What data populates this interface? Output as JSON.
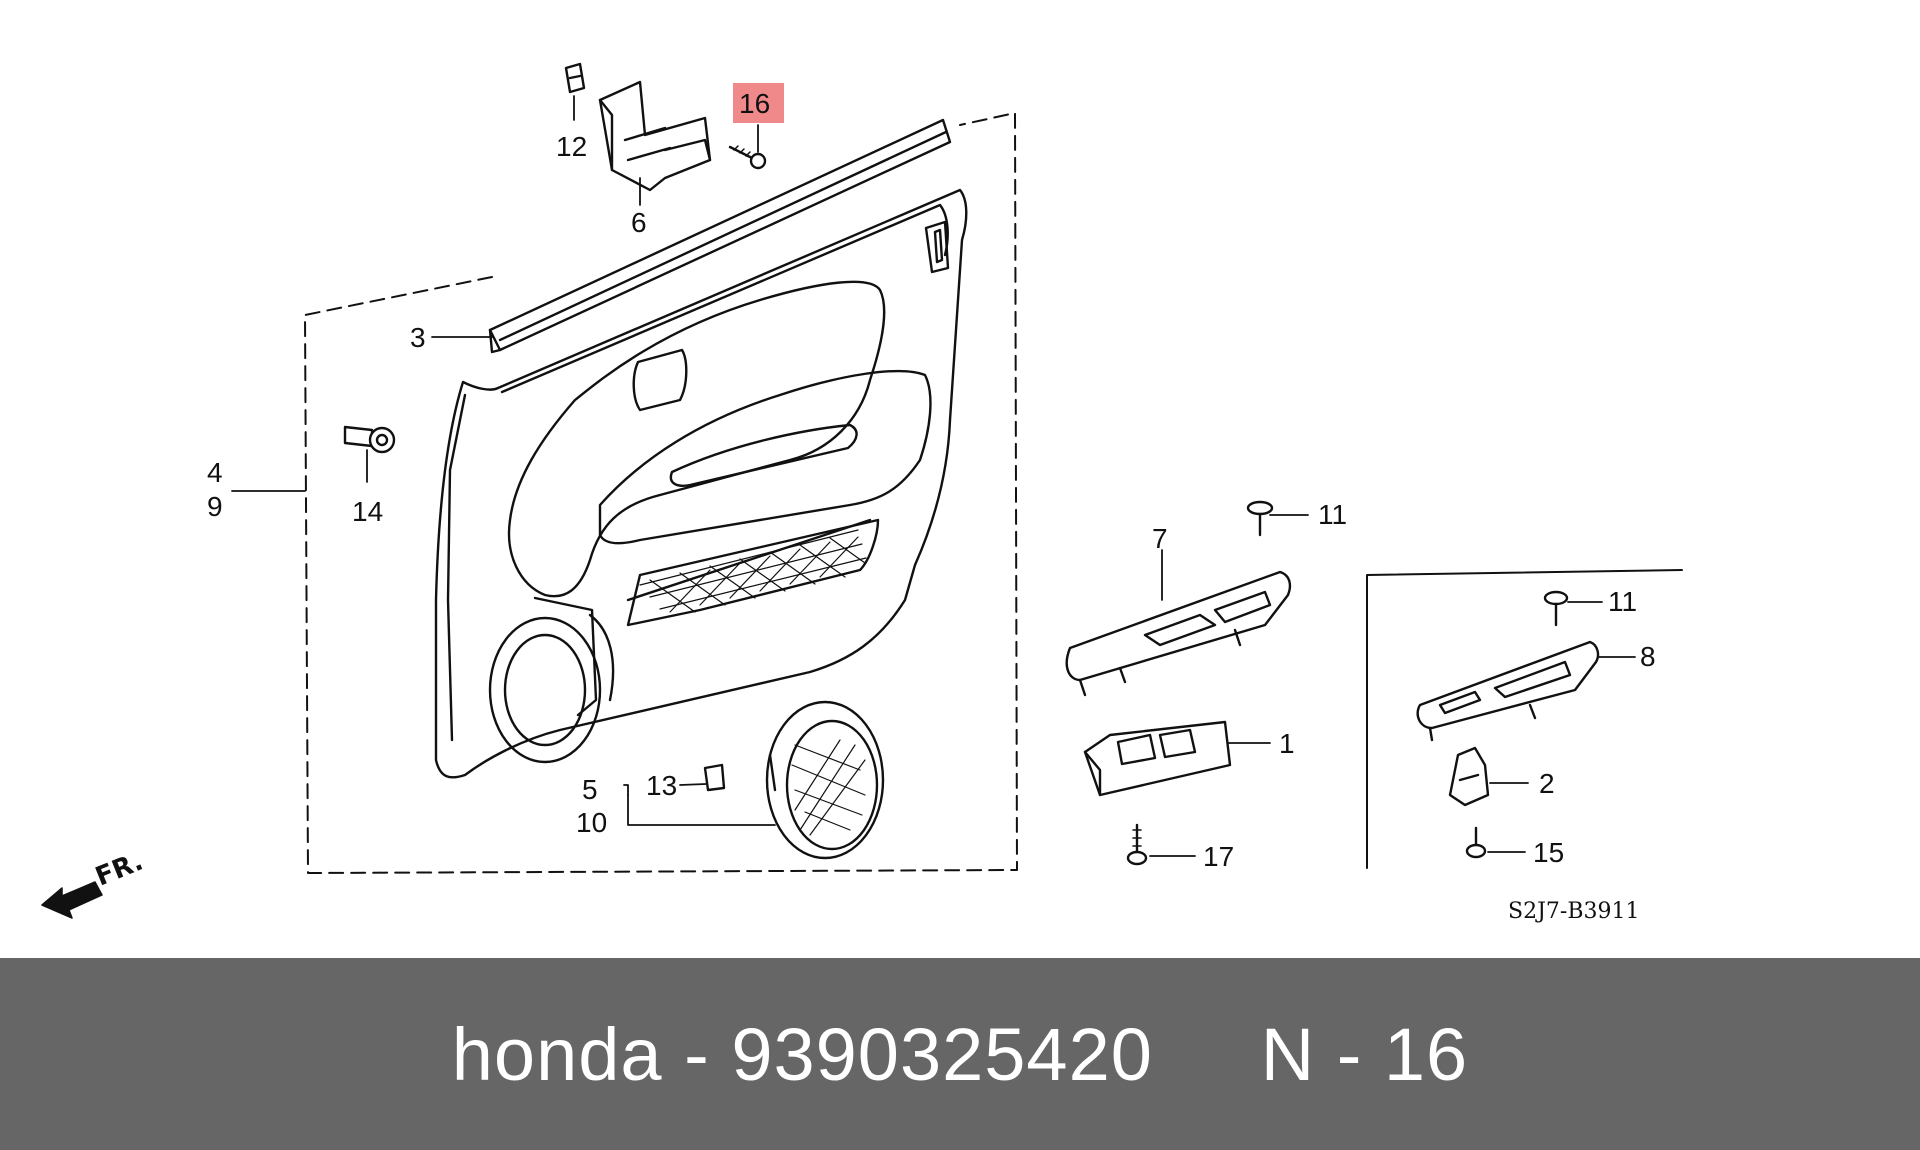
{
  "diagram": {
    "figure_code": "S2J7-B3911",
    "front_label": "FR.",
    "callouts": {
      "c1": "1",
      "c2": "2",
      "c3": "3",
      "c4": "4",
      "c5": "5",
      "c6": "6",
      "c7": "7",
      "c8": "8",
      "c9": "9",
      "c10": "10",
      "c11a": "11",
      "c11b": "11",
      "c12": "12",
      "c13": "13",
      "c14": "14",
      "c15": "15",
      "c16": "16",
      "c17": "17"
    },
    "highlighted_callout": "16",
    "highlight_color": "#f08a8a"
  },
  "footer": {
    "brand": "honda",
    "separator": " - ",
    "part_number": "9390325420",
    "spacer": "     ",
    "ref_label": "N - 16",
    "background_color": "#666666",
    "text_color": "#ffffff"
  }
}
